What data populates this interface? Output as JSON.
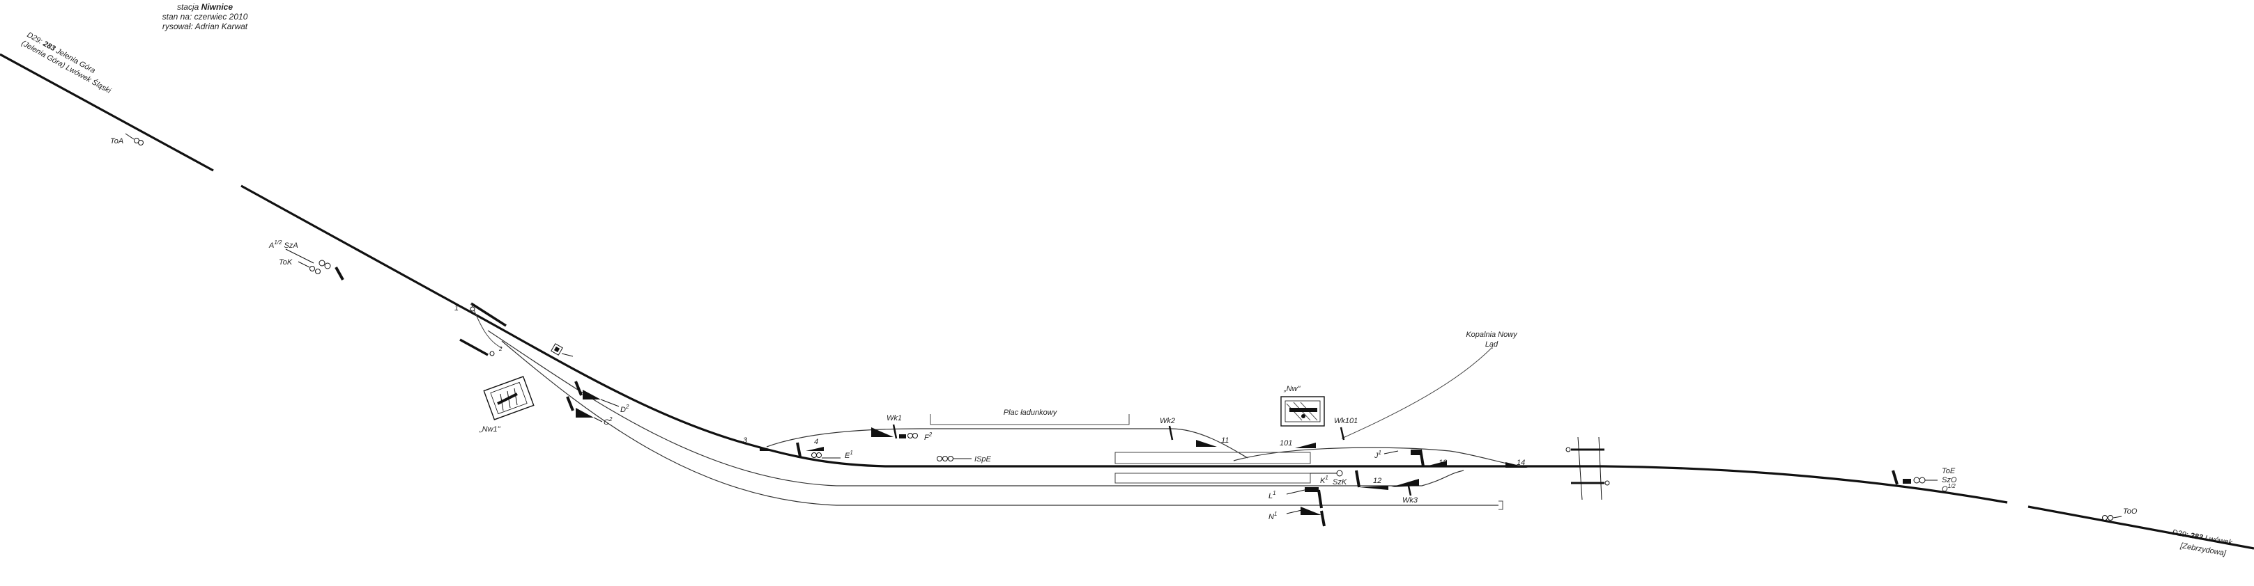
{
  "header": {
    "line1_prefix": "stacja ",
    "station": "Niwnice",
    "line2": "stan na: czerwiec 2010",
    "line3": "rysował: Adrian Karwat"
  },
  "line_west": {
    "prefix": "D29: ",
    "number": "283",
    "name": " Jelenia Góra",
    "sub": "(Jelenia Góra) Lwówek Śląski"
  },
  "line_east": {
    "prefix": "D29: ",
    "number": "283",
    "name": " Lwówek",
    "sub": "[Zebrzydowa]"
  },
  "yard": {
    "loading_area": "Plac ładunkowy",
    "mine_line1": "Kopalnia Nowy",
    "mine_line2": "Ląd"
  },
  "signal_boxes": {
    "nw1": "„Nw1\"",
    "nw": "„Nw\""
  },
  "signals": {
    "toa": "ToA",
    "a": "A",
    "a_sup": "1/2",
    "sza": "SzA",
    "tok": "ToK",
    "d": "D",
    "d_sup": "2",
    "c": "C",
    "c_sup": "2",
    "e": "E",
    "e_sup": "1",
    "f": "F",
    "f_sup": "2",
    "ispe": "ISpE",
    "k": "K",
    "k_sup": "1",
    "szk": "SzK",
    "l": "L",
    "l_sup": "1",
    "n": "N",
    "n_sup": "1",
    "j": "J",
    "j_sup": "1",
    "toe": "ToE",
    "szo": "SzO",
    "o": "O",
    "o_sup": "1/2",
    "too": "ToO"
  },
  "derailers": {
    "wk1": "Wk1",
    "wk2": "Wk2",
    "wk3": "Wk3",
    "wk101": "Wk101"
  },
  "switches": [
    "1",
    "2",
    "3",
    "4",
    "11",
    "101",
    "12",
    "13",
    "14"
  ],
  "colors": {
    "track": "#111111",
    "background": "#ffffff"
  }
}
